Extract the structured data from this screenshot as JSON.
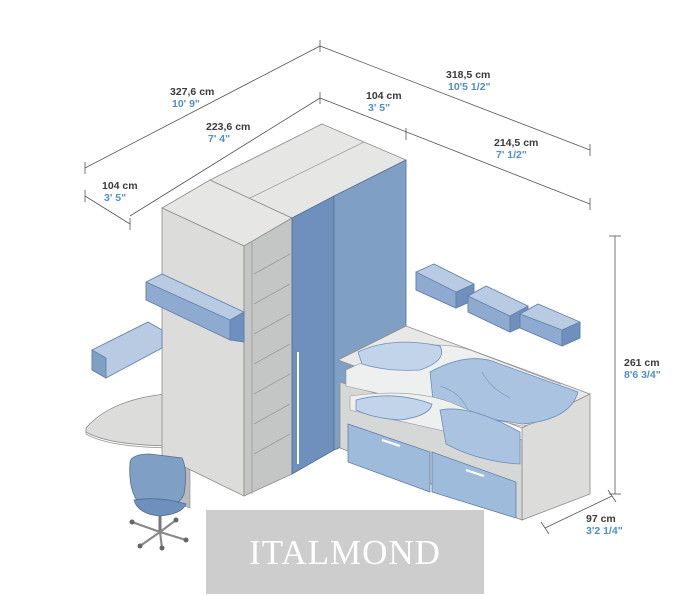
{
  "dimensions": {
    "overall_left": {
      "cm": "327,6 cm",
      "inches": "10' 9\""
    },
    "inner_left": {
      "cm": "223,6 cm",
      "inches": "7' 4\""
    },
    "left_depth": {
      "cm": "104 cm",
      "inches": "3' 5\""
    },
    "wardrobe_depth": {
      "cm": "104 cm",
      "inches": "3' 5\""
    },
    "overall_right": {
      "cm": "318,5 cm",
      "inches": "10'5 1/2\""
    },
    "inner_right": {
      "cm": "214,5 cm",
      "inches": "7' 1/2\""
    },
    "height": {
      "cm": "261 cm",
      "inches": "8'6 3/4\""
    },
    "bed_depth": {
      "cm": "97 cm",
      "inches": "3'2 1/4\""
    }
  },
  "watermark": {
    "text": "ITALMOND"
  },
  "colors": {
    "panel_grey": "#dcdcda",
    "panel_dark": "#b9bbbb",
    "accent_blue": "#7f9fc4",
    "accent_blue_dark": "#5f7fa8",
    "bedding_blue": "#a9c3e0",
    "dimension_grey": "#3a3a3a",
    "dimension_blue": "#4f8fc4",
    "watermark_bg": "#c9c9c9"
  }
}
